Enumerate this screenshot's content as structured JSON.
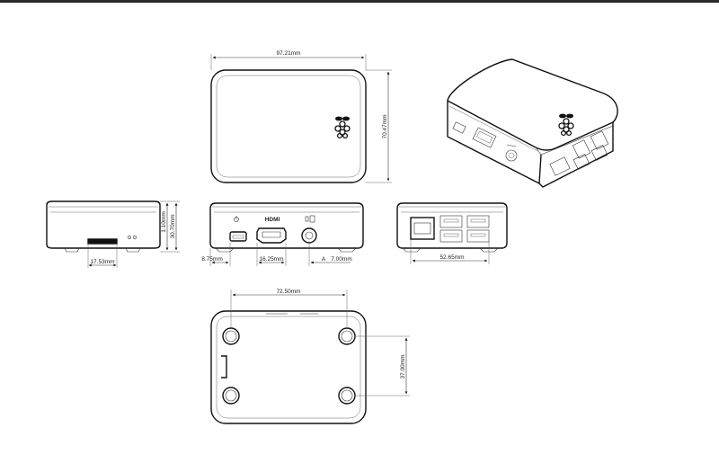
{
  "dimensions": {
    "width": "97.21mm",
    "depth": "70.47mm",
    "height": "30.70mm",
    "offset": "1.10mm",
    "sd_slot": "17.53mm",
    "usb_offset": "8.75mm",
    "hdmi_width": "16.25mm",
    "audio_offset": "7.00mm",
    "ethernet_usb": "52.65mm",
    "foot_spacing_x": "72.50mm",
    "foot_spacing_y": "37.00mm"
  },
  "labels": {
    "hdmi": "HDMI",
    "audio_mark": "A"
  },
  "colors": {
    "line": "#111111",
    "topbar": "#2b2b2b",
    "background": "#ffffff"
  },
  "icons": [
    "raspberry-logo-icon",
    "power-icon",
    "audio-icon"
  ]
}
